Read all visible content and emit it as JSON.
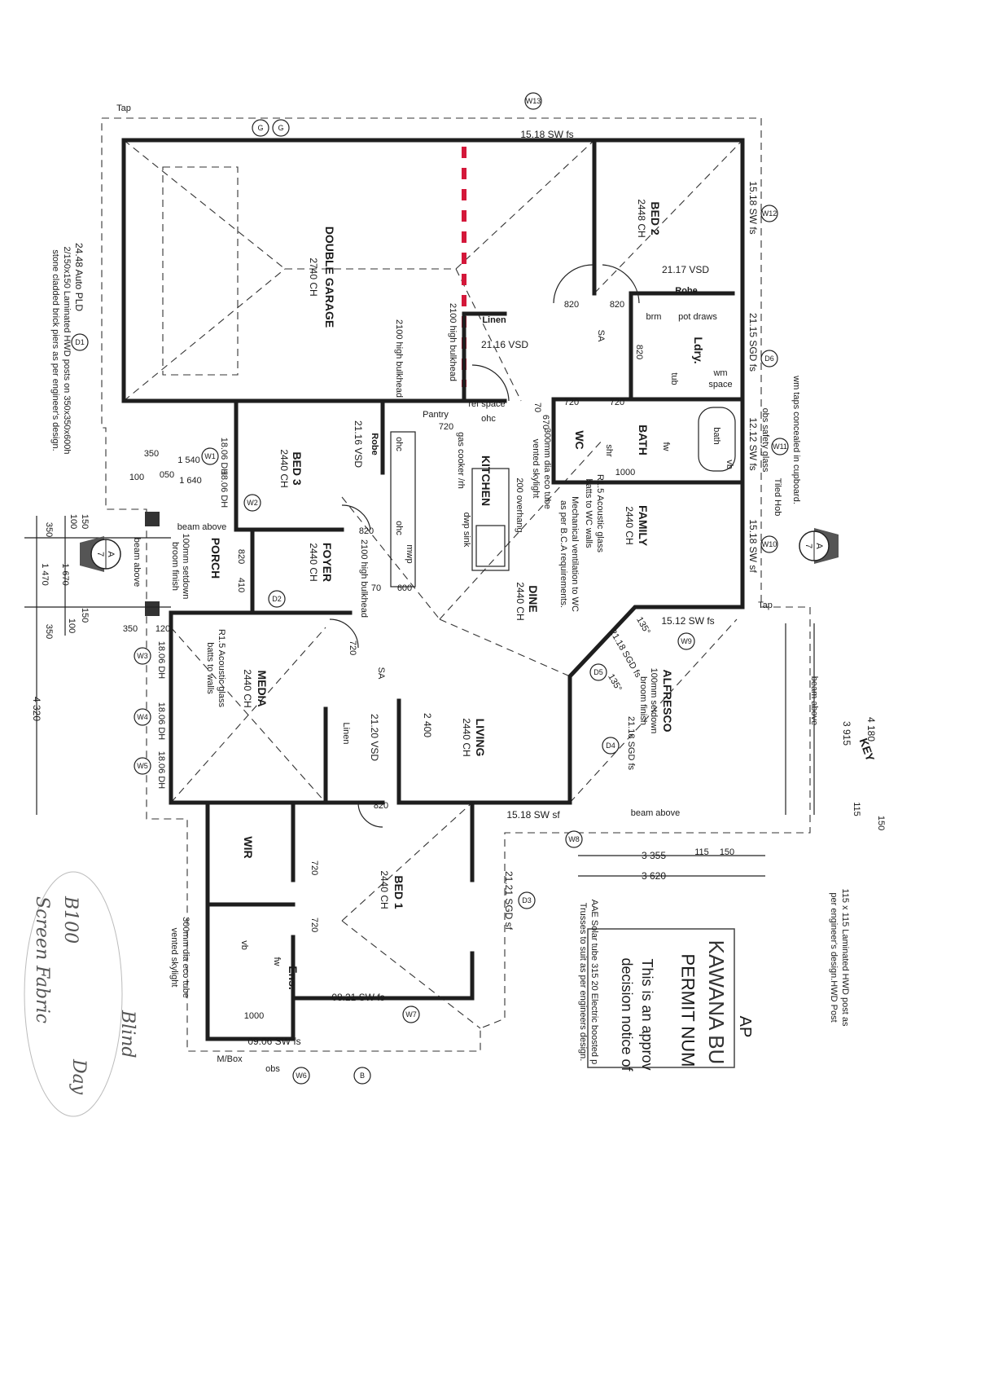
{
  "rooms": {
    "garage": {
      "name": "DOUBLE GARAGE",
      "ch": "2740 CH"
    },
    "bed2": {
      "name": "BED 2",
      "ch": "2448 CH",
      "vsd": "21.17 VSD",
      "robe": "Robe"
    },
    "bed3": {
      "name": "BED 3",
      "ch": "2440 CH",
      "vsd": "21.16 VSD",
      "robe": "Robe",
      "door": "820"
    },
    "kitchen": {
      "name": "KITCHEN",
      "cooker": "gas cooker /rh",
      "sink": "dwp  sink",
      "pantry": "Pantry",
      "pantry_door": "720",
      "ref": "ref space",
      "ohc": "ohc",
      "ohc2": "ohc",
      "ohc3": "ohc",
      "mwp": "mwp",
      "overhang": "200 overhang"
    },
    "family": {
      "name": "FAMILY",
      "ch": "2440 CH"
    },
    "dine": {
      "name": "DINE",
      "ch": "2440 CH"
    },
    "living": {
      "name": "LIVING",
      "ch": "2440 CH",
      "dim": "2 400",
      "vsd": "21.20 VSD",
      "linen": "Linen",
      "door": "820"
    },
    "media": {
      "name": "MEDIA",
      "ch": "2440 CH",
      "note": "R1.5 Acoustic glass",
      "note2": "batts to walls"
    },
    "foyer": {
      "name": "FOYER",
      "ch": "2440 CH",
      "bulkhead": "2100 high bulkhead",
      "door": "720",
      "sa": "SA"
    },
    "porch": {
      "name": "PORCH",
      "note": "100mm setdown",
      "note2": "broom finish",
      "d1": "820",
      "d2": "410"
    },
    "bed1": {
      "name": "BED 1",
      "ch": "2440 CH",
      "sgd": "21.21 SGD sf"
    },
    "wir": {
      "name": "WIR",
      "door": "720"
    },
    "ens": {
      "name": "Ens.",
      "door": "720",
      "shr": "1000",
      "vb": "vb",
      "fw": "fw"
    },
    "alfresco": {
      "name": "ALFRESCO",
      "note": "100mm setdown",
      "note2": "broom finish",
      "sgd1": "21.18 SGD fs",
      "sgd2": "21.18 SGD fs",
      "ang1": "135°",
      "ang2": "135°"
    },
    "linen": {
      "name": "Linen",
      "vsd": "21.16 VSD"
    },
    "laundry": {
      "name": "Ldry.",
      "brm": "brm",
      "pot": "pot draws",
      "wm": "wm",
      "wm2": "space",
      "door": "820",
      "tub": "tub"
    },
    "bath": {
      "name": "BATH",
      "bath": "bath",
      "wc": "WC",
      "shr": "shr",
      "shr_w": "1000",
      "d1": "720",
      "d2": "720",
      "vb": "vb",
      "fw": "fw"
    },
    "hall": {
      "d1": "820",
      "d2": "820",
      "sa": "SA"
    }
  },
  "notes": {
    "bulkhead1": "2100 high bulkhead",
    "bulkhead2": "2100 high bulkhead",
    "auto": "24.48 Auto PLD",
    "posts1": "2/150x150 Laminated HWD posts on 350x350x600h",
    "posts2": "stone cladded brick piers as per engineer's design.",
    "skylight1": "300mm dia eco tube",
    "skylight2": "vented skylight",
    "acoustic1": "R1.5 Acoustic glass",
    "acoustic2": "batts to WC walls",
    "mech1": "Mechanical ventilation to WC",
    "mech2": "as per B.C.A requirements.",
    "wm_taps": "wm taps concealed in cupboard.",
    "obs_glass": "obs safety glass",
    "tiled_hob": "Tiled Hob",
    "hwd1": "115 x 115 Laminated HWD post as",
    "hwd2": "per engineer's design.HWD Post",
    "solar1": "AAE Solar tube 315 20 Electric boosted p",
    "solar2": "Trusses to suit as per engineers design.",
    "sky_ens1": "300mm dia eco tube",
    "sky_ens2": "vented skylight",
    "beam1": "beam above",
    "beam2": "beam above",
    "beam3": "beam above",
    "beam4": "beam above",
    "mbox": "M/Box",
    "obs": "obs",
    "tap1": "Tap",
    "tap2": "Tap",
    "key": "KEY"
  },
  "windows": {
    "top": "15.18 SW fs",
    "bed2": "15.18 SW fs",
    "ldry": "21.15 SGD fs",
    "bath": "12.12 SW fs",
    "family": "15.18 SW sf",
    "alfresco": "15.12 SW fs",
    "living": "15.18 SW sf",
    "bed1_bottom": "08.21 SW fs",
    "ens": "09.06 SW fs",
    "dh1": "18.06 DH",
    "dh2": "18.06 DH",
    "dh3": "18.06 DH",
    "dh4": "18.06 DH",
    "dh5": "18.06 DH"
  },
  "tags": [
    "W13",
    "W12",
    "D6",
    "W11",
    "W10",
    "W9",
    "D5",
    "D4",
    "W8",
    "D3",
    "W7",
    "W6",
    "W1",
    "W2",
    "W3",
    "W4",
    "W5",
    "D1",
    "D2",
    "G",
    "G",
    "B"
  ],
  "section": {
    "letter": "A",
    "num": "7"
  },
  "dims": {
    "left_350": "350",
    "left_1540": "1 540",
    "left_100": "100",
    "left_050": "050",
    "left_1640": "1 640",
    "col_100": "100",
    "col_150": "150",
    "col_350": "350",
    "col_1470": "1 470",
    "col_1670": "1 670",
    "col_150b": "150",
    "col_100b": "100",
    "col_350b": "350",
    "col_4320": "4 320",
    "porch_350": "350",
    "porch_120": "120",
    "k_70": "70",
    "k_670": "670",
    "k_600": "600",
    "k_70b": "70",
    "r_4180": "4 180",
    "r_3915": "3 915",
    "r_115": "115",
    "r_150": "150",
    "b_3355": "3 355",
    "b_3620": "3 620",
    "b_115": "115",
    "b_150": "150"
  },
  "stamp": {
    "l1": "KAWANA BU",
    "l2": "PERMIT NUM",
    "l3": "This is an approv",
    "l4": "decision notice of",
    "l5": "AP"
  },
  "handwriting": {
    "h1": "B100",
    "h2": "Screen Fabric",
    "h3": "Blind",
    "h4": "Day"
  },
  "colors": {
    "markup_red": "#d4183a",
    "line": "#1e1e1e"
  }
}
